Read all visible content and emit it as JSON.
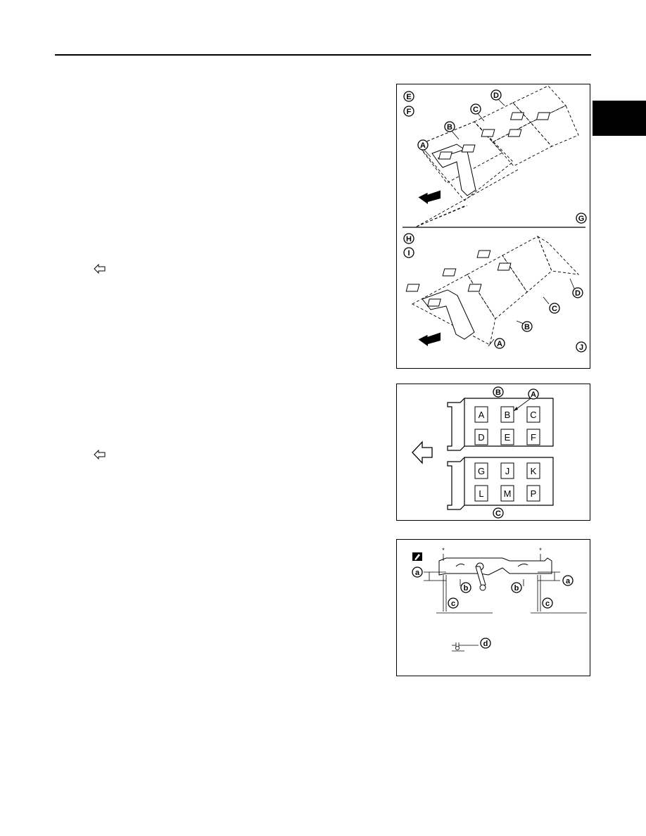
{
  "page": {
    "side_tab_color": "#000000"
  },
  "left_margin_icons": [
    {
      "name": "front-arrow-icon"
    },
    {
      "name": "front-arrow-icon"
    }
  ],
  "figure1": {
    "top_section": {
      "callouts_left": [
        "E",
        "F"
      ],
      "callouts_rows": [
        "A",
        "B",
        "C",
        "D"
      ],
      "corner_label": "G"
    },
    "bottom_section": {
      "callouts_left": [
        "H",
        "I"
      ],
      "callouts_rows": [
        "A",
        "B",
        "C",
        "D"
      ],
      "corner_label": "J"
    }
  },
  "figure2": {
    "top_callouts": [
      "B",
      "A"
    ],
    "bottom_callout": "C",
    "upper_grid": [
      "A",
      "B",
      "C",
      "D",
      "E",
      "F"
    ],
    "lower_grid": [
      "G",
      "J",
      "K",
      "L",
      "M",
      "P"
    ]
  },
  "figure3": {
    "callouts": [
      "a",
      "b",
      "b",
      "a",
      "c",
      "c",
      "d"
    ],
    "asterisk": "*"
  }
}
